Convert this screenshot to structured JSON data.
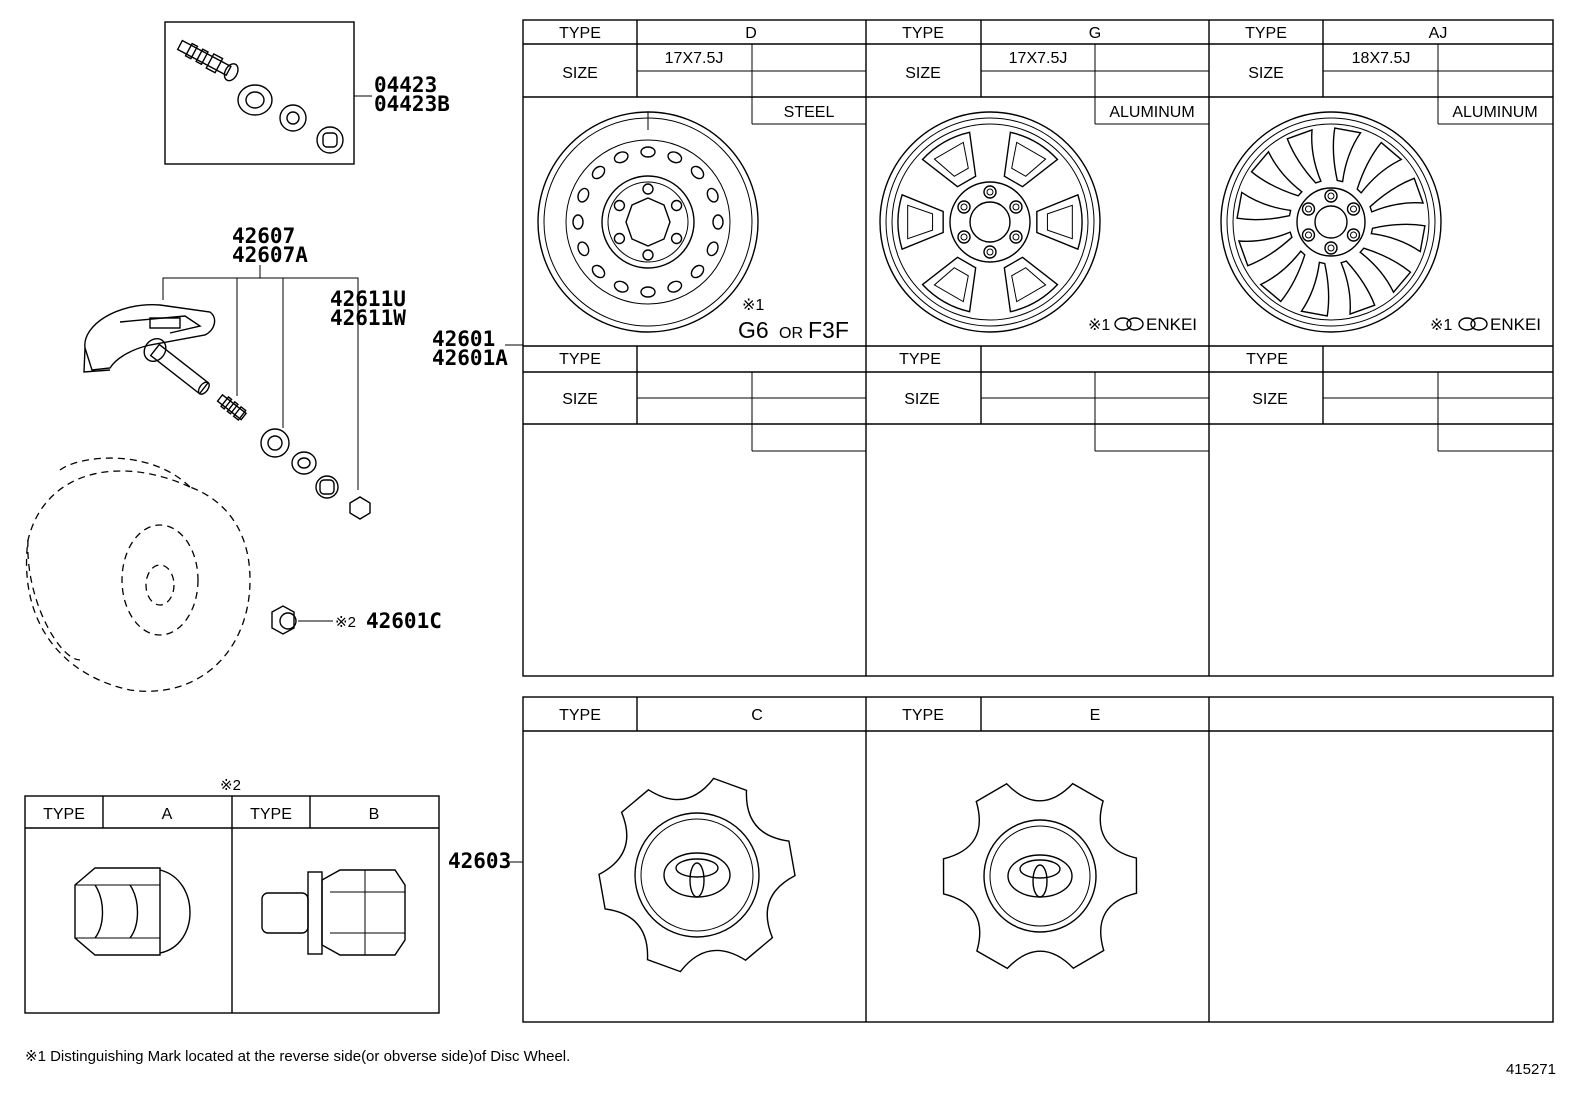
{
  "parts": {
    "valve_kit_a": "04423",
    "valve_kit_b": "04423B",
    "sensor_a": "42607",
    "sensor_b": "42607A",
    "valve_cap_a": "42611U",
    "valve_cap_b": "42611W",
    "disc_wheel_a": "42601",
    "disc_wheel_b": "42601A",
    "hub_nut_ref": "※2",
    "hub_nut": "42601C",
    "ornament": "42603"
  },
  "labels": {
    "type": "TYPE",
    "size": "SIZE"
  },
  "wheels": [
    {
      "type": "D",
      "size": "17X7.5J",
      "material": "STEEL",
      "mark_ref": "※1",
      "mark": "G6",
      "mark_or": "OR",
      "mark_alt": "F3F"
    },
    {
      "type": "G",
      "size": "17X7.5J",
      "material": "ALUMINUM",
      "mark_ref": "※1",
      "mark": "ENKEI"
    },
    {
      "type": "AJ",
      "size": "18X7.5J",
      "material": "ALUMINUM",
      "mark_ref": "※1",
      "mark": "ENKEI"
    }
  ],
  "ornaments": [
    {
      "type": "C"
    },
    {
      "type": "E"
    }
  ],
  "nuts": {
    "ref": "※2",
    "items": [
      {
        "type": "A"
      },
      {
        "type": "B"
      }
    ]
  },
  "footnote": "※1 Distinguishing Mark located at the reverse side(or obverse side)of Disc Wheel.",
  "diagram_id": "415271"
}
